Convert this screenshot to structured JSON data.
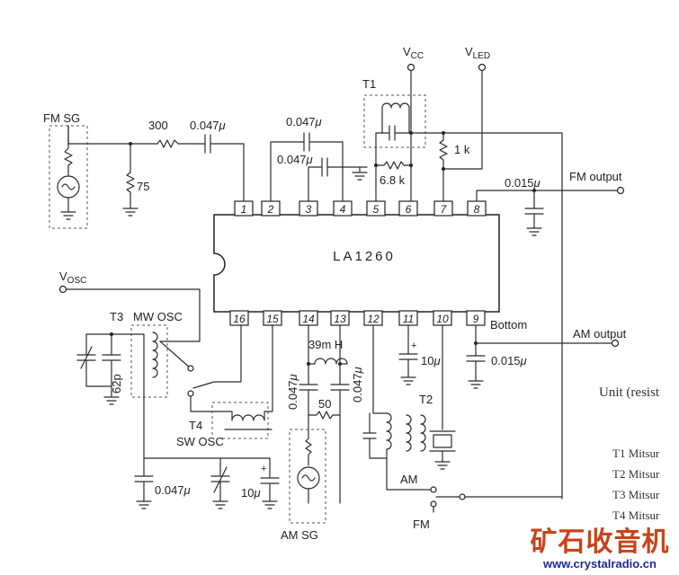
{
  "chip": {
    "name": "LA1260",
    "top_pins": [
      "1",
      "2",
      "3",
      "4",
      "5",
      "6",
      "7",
      "8"
    ],
    "bottom_pins": [
      "16",
      "15",
      "14",
      "13",
      "12",
      "11",
      "10",
      "9"
    ],
    "bottom_label": "Bottom"
  },
  "supplies": {
    "vcc_base": "V",
    "vcc_sub": "CC",
    "vled_base": "V",
    "vled_sub": "LED",
    "vosc_base": "V",
    "vosc_sub": "OSC"
  },
  "sources": {
    "fm_sg": "FM  SG",
    "am_sg": "AM SG"
  },
  "transformers": {
    "t1": "T1",
    "t2": "T2",
    "t3": "T3",
    "t3_name": "MW OSC",
    "t4": "T4",
    "t4_name": "SW OSC"
  },
  "components": {
    "r300": "300",
    "c_fm_in": "0.047",
    "r75": "75",
    "c2": "0.047",
    "c3": "0.047",
    "r68k": "6.8 k",
    "r1k": "1 k",
    "c_fm_out": "0.015",
    "c_am_out": "0.015",
    "c11": "10",
    "ind14": "39m  H",
    "c14": "0.047",
    "c13": "0.047",
    "r50": "50",
    "c62p": "62p",
    "c_osc": "0.047",
    "c_sw": "10"
  },
  "units": {
    "micro": "μ"
  },
  "outputs": {
    "fm_output": "FM output",
    "am_output": "AM output"
  },
  "switch": {
    "am": "AM",
    "fm": "FM"
  },
  "notes": {
    "unit": "Unit (resist",
    "t1": "T1  Mitsur",
    "t2": "T2  Mitsur",
    "t3": "T3  Mitsur",
    "t4": "T4  Mitsur"
  },
  "watermark": {
    "title": "矿石收音机",
    "url": "www.crystalradio.cn"
  }
}
